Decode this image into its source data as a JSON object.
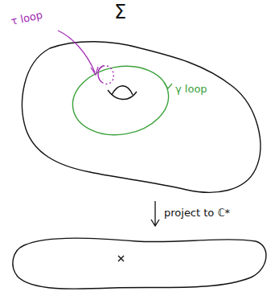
{
  "diagram": {
    "labels": [
      "Σ",
      "τ loop",
      "γ loop",
      "project to ℂ*"
    ]
  }
}
